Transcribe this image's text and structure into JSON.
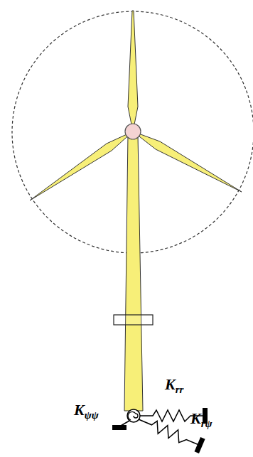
{
  "diagram": {
    "labels": [
      "Kψψ",
      "Krr",
      "Krψ"
    ]
  }
}
